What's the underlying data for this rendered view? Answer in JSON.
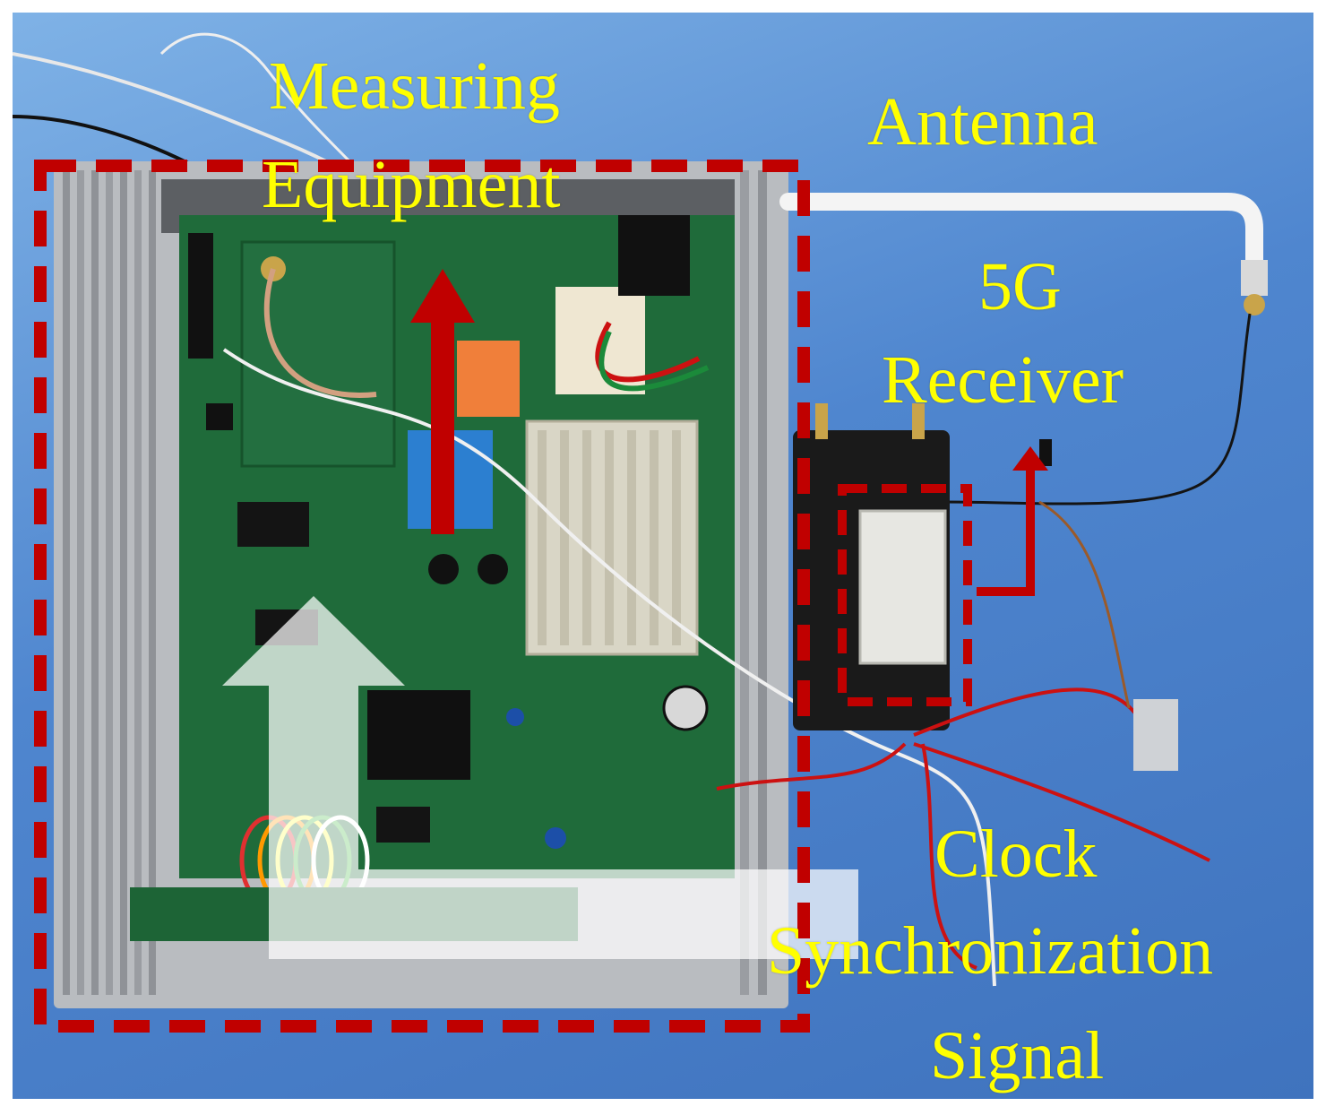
{
  "labels": {
    "measuring": "Measuring",
    "equipment": "Equipment",
    "antenna": "Antenna",
    "fiveg": "5G",
    "receiver": "Receiver",
    "clock": "Clock",
    "synchronization": "Synchronization",
    "signal": "Signal"
  },
  "colors": {
    "label_text": "#ffff00",
    "annotation_red": "#c00000",
    "background_blue": "#4f86cf",
    "pcb_green": "#1f6b3a",
    "enclosure_silver": "#b9bcc0"
  },
  "icons": {
    "measuring_arrow": "arrow-up-icon",
    "receiver_arrow": "arrow-up-icon",
    "transparent_arrow": "arrow-up-icon"
  }
}
